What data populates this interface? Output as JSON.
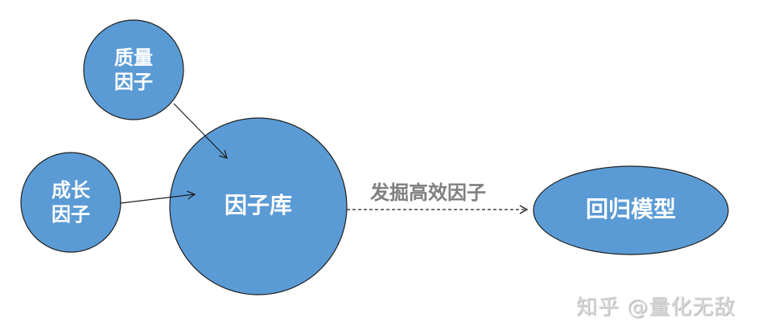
{
  "diagram": {
    "colors": {
      "node_fill": "#5B9BD5",
      "node_stroke": "#1f1f1f",
      "node_text": "#FFFFFF",
      "edge": "#1f1f1f",
      "edge_label": "#7F7F7F",
      "watermark": "#D9D9D9"
    },
    "nodes": {
      "quality": {
        "label": "质量\n因子"
      },
      "growth": {
        "label": "成长\n因子"
      },
      "library": {
        "label": "因子库"
      },
      "regression": {
        "label": "回归模型"
      }
    },
    "edges": [
      {
        "from": "quality",
        "to": "library",
        "style": "solid"
      },
      {
        "from": "growth",
        "to": "library",
        "style": "solid"
      },
      {
        "from": "library",
        "to": "regression",
        "style": "dashed",
        "label": "发掘高效因子"
      }
    ],
    "watermark": "知乎 @量化无敌"
  }
}
